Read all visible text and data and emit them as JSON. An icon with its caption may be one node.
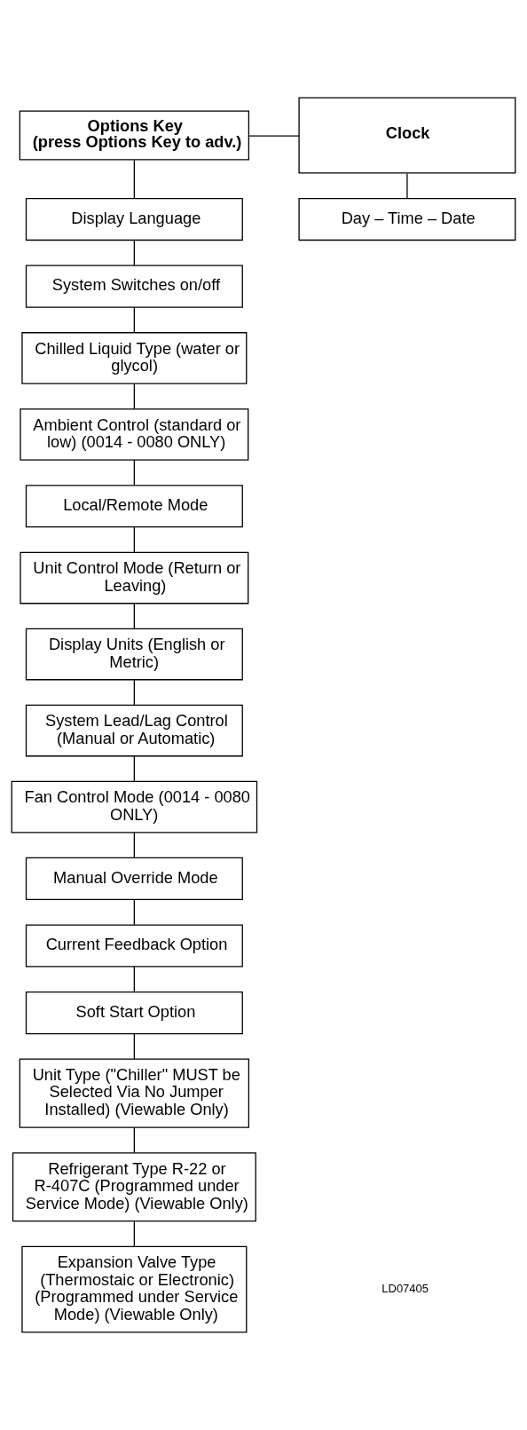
{
  "diagram": {
    "nodes": [
      {
        "text": [
          "Options Key",
          "(press Options Key to adv.)"
        ]
      },
      {
        "text": [
          "Clock"
        ]
      },
      {
        "text": [
          "Display Language"
        ]
      },
      {
        "text": [
          "Day – Time – Date"
        ]
      },
      {
        "text": [
          "System Switches on/off"
        ]
      },
      {
        "text": [
          "Chilled Liquid Type (water or glycol)"
        ]
      },
      {
        "text": [
          "Ambient Control (standard or low) (0014 - 0080 ONLY)"
        ]
      },
      {
        "text": [
          "Local/Remote Mode"
        ]
      },
      {
        "text": [
          "Unit Control Mode (Return or Leaving)"
        ]
      },
      {
        "text": [
          "Display Units (English or Metric)"
        ]
      },
      {
        "text": [
          "System Lead/Lag Control (Manual or Automatic)"
        ]
      },
      {
        "text": [
          "Fan Control Mode (0014 - 0080 ONLY)"
        ]
      },
      {
        "text": [
          "Manual Override Mode"
        ]
      },
      {
        "text": [
          "Current Feedback Option"
        ]
      },
      {
        "text": [
          "Soft Start Option"
        ]
      },
      {
        "text": [
          "Unit Type (\"Chiller\" MUST be Selected Via No Jumper Installed) (Viewable Only)"
        ]
      },
      {
        "text": [
          "Refrigerant Type R-22 or R-407C (Programmed under Service Mode) (Viewable Only)"
        ]
      },
      {
        "text": [
          "Expansion Valve Type (Thermostaic or Electronic) (Programmed under Service Mode) (Viewable Only)"
        ]
      }
    ],
    "edges": [
      {
        "from": 0,
        "to": 1,
        "arrow": "none"
      },
      {
        "from": 0,
        "to": 2,
        "arrow": "none"
      },
      {
        "from": 1,
        "to": 3,
        "arrow": "none"
      },
      {
        "from": 2,
        "to": 4,
        "arrow": "none"
      },
      {
        "from": 4,
        "to": 5,
        "arrow": "none"
      },
      {
        "from": 5,
        "to": 6,
        "arrow": "none"
      },
      {
        "from": 6,
        "to": 7,
        "arrow": "none"
      },
      {
        "from": 7,
        "to": 8,
        "arrow": "none"
      },
      {
        "from": 8,
        "to": 9,
        "arrow": "none"
      },
      {
        "from": 9,
        "to": 10,
        "arrow": "none"
      },
      {
        "from": 10,
        "to": 11,
        "arrow": "none"
      },
      {
        "from": 11,
        "to": 12,
        "arrow": "none"
      },
      {
        "from": 12,
        "to": 13,
        "arrow": "none"
      },
      {
        "from": 13,
        "to": 14,
        "arrow": "none"
      },
      {
        "from": 14,
        "to": 15,
        "arrow": "none"
      },
      {
        "from": 15,
        "to": 16,
        "arrow": "none"
      },
      {
        "from": 16,
        "to": 17,
        "arrow": "none"
      }
    ],
    "labels": [
      "LD07405"
    ]
  }
}
